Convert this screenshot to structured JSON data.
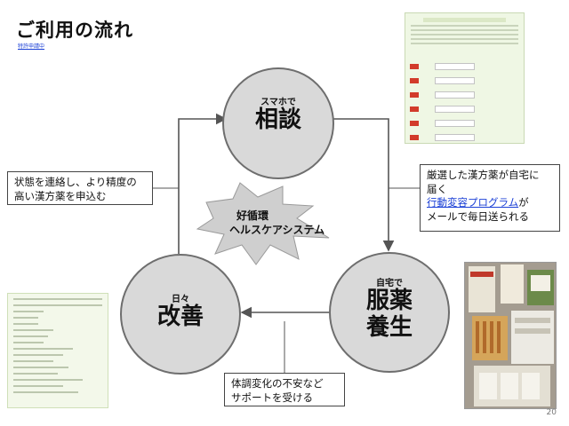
{
  "page": {
    "title": "ご利用の流れ",
    "sub_link": "特許申請中",
    "slide_number": "20"
  },
  "cycle": {
    "consult": {
      "small": "スマホで",
      "big": "相談"
    },
    "medicine": {
      "small": "自宅で",
      "big_line1": "服薬",
      "big_line2": "養生"
    },
    "improve": {
      "small": "日々",
      "big": "改善"
    },
    "center_line1": "好循環",
    "center_line2": "ヘルスケアシステム"
  },
  "callouts": {
    "left_line1": "状態を連絡し、より精度の",
    "left_line2": "高い漢方薬を申込む",
    "right_line1": "厳選した漢方薬が自宅に",
    "right_line2": "届く",
    "right_link": "行動変容プログラム",
    "right_after_link": "が",
    "right_line4": "メールで毎日送られる",
    "bottom_line1": "体調変化の不安など",
    "bottom_line2": "サポートを受ける"
  },
  "colors": {
    "circle_fill": "#d9d9d9",
    "circle_border": "#6e6e6e",
    "burst_fill": "#cfcfcf",
    "link_blue": "#1a3fd6"
  }
}
